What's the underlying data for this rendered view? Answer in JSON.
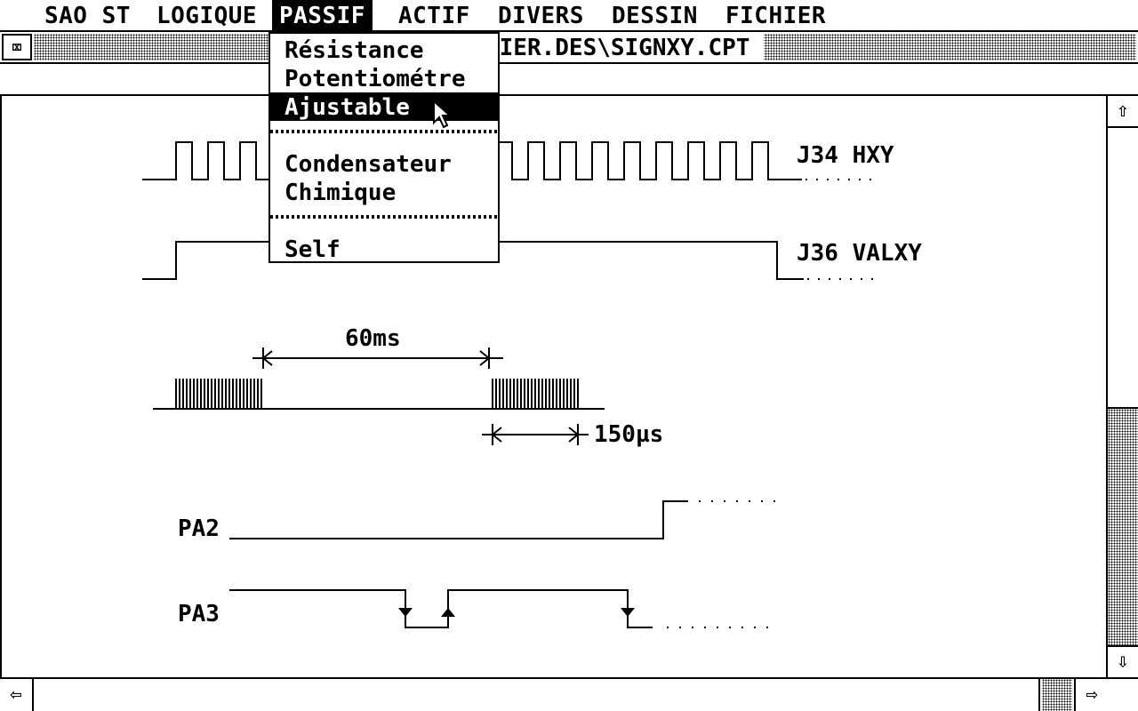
{
  "menubar": {
    "items": [
      {
        "label": "SAO ST",
        "active": false
      },
      {
        "label": "LOGIQUE",
        "active": false
      },
      {
        "label": "PASSIF",
        "active": true
      },
      {
        "label": "ACTIF",
        "active": false
      },
      {
        "label": "DIVERS",
        "active": false
      },
      {
        "label": "DESSIN",
        "active": false
      },
      {
        "label": "FICHIER",
        "active": false
      }
    ]
  },
  "window": {
    "title": "HIER.DES\\SIGNXY.CPT",
    "close_glyph": "⌧"
  },
  "dropdown": {
    "menu": "PASSIF",
    "items": [
      {
        "label": "Résistance"
      },
      {
        "label": "Potentiométre"
      },
      {
        "label": "Ajustable",
        "selected": true
      },
      {
        "label": "Condensateur"
      },
      {
        "label": "Chimique"
      },
      {
        "label": "Self"
      }
    ]
  },
  "drawing": {
    "signal_j34": "J34 HXY",
    "signal_j36": "J36 VALXY",
    "period_label": "60ms",
    "pulse_label": "150µs",
    "signal_pa2": "PA2",
    "signal_pa3": "PA3"
  },
  "scroll": {
    "up_glyph": "⇧",
    "down_glyph": "⇩",
    "left_glyph": "⇦",
    "right_glyph": "⇨"
  }
}
